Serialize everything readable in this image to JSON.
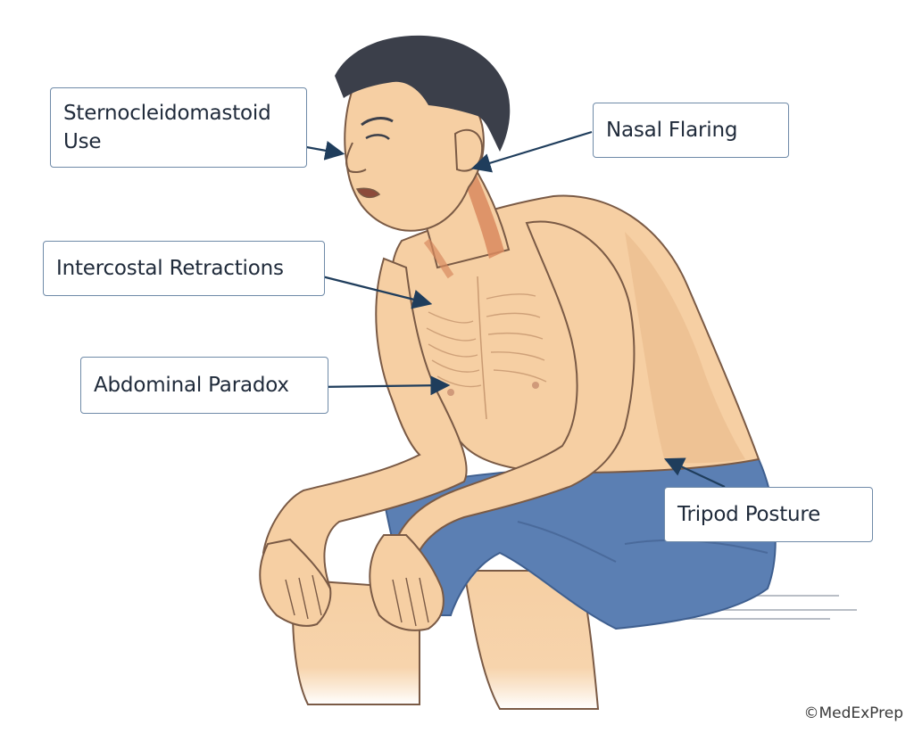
{
  "labels": {
    "sternocleidomastoid": "Sternocleidomastoid Use",
    "nasal_flaring": "Nasal Flaring",
    "intercostal": "Intercostal Retractions",
    "abdominal": "Abdominal Paradox",
    "tripod": "Tripod Posture"
  },
  "copyright": "©MedExPrep",
  "colors": {
    "skin": "#f6cfa3",
    "skin_shadow": "#e9b98b",
    "outline": "#7a5a45",
    "hair": "#3b3f4a",
    "shorts": "#5b7fb3",
    "shorts_dark": "#4a6a9b",
    "muscle": "#d98a5f",
    "arrow": "#1f3d5c",
    "box_border": "#6f8aa8"
  }
}
